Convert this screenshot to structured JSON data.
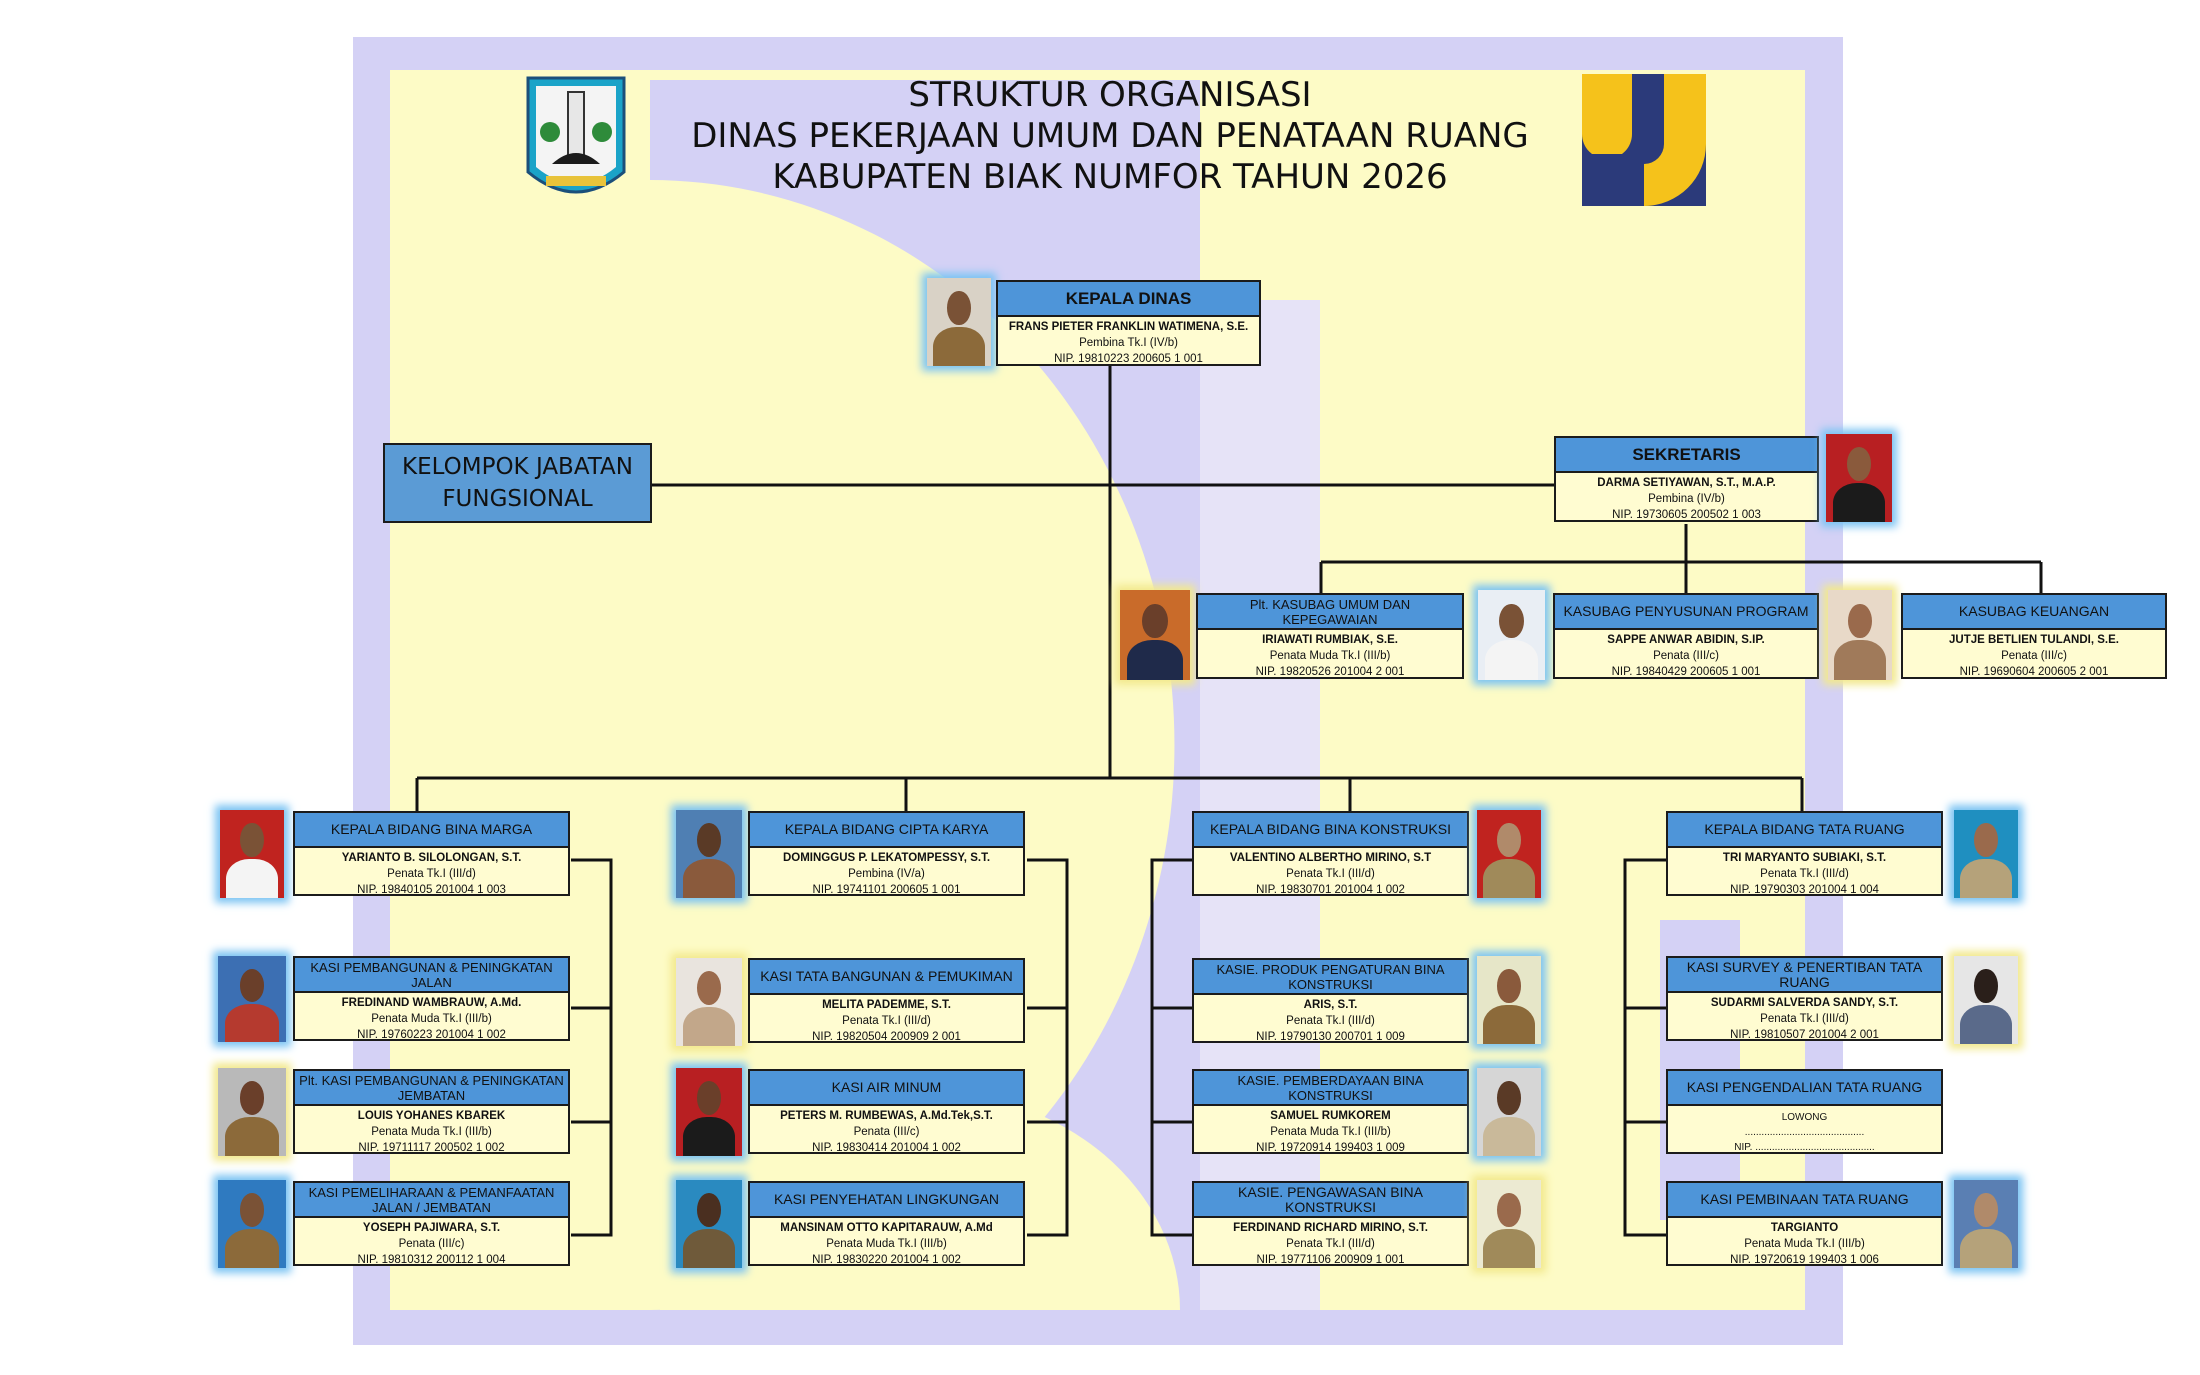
{
  "header": {
    "title_line1": "STRUKTUR ORGANISASI",
    "title_line2": "DINAS PEKERJAAN UMUM DAN PENATAAN RUANG",
    "title_line3": "KABUPATEN BIAK NUMFOR TAHUN 2026",
    "left_logo": "regency-emblem-icon",
    "right_logo": "pu-logo-icon"
  },
  "colors": {
    "header_blue": "#4e95d9",
    "card_yellow": "#fffcd1",
    "card_lavender": "#eae8fa",
    "photo_glow_blue": "#7cc4f3",
    "photo_glow_gold": "#f2e98e"
  },
  "fungsional": {
    "line1": "KELOMPOK JABATAN",
    "line2": "FUNGSIONAL"
  },
  "kepala_dinas": {
    "title": "KEPALA DINAS",
    "name": "FRANS PIETER FRANKLIN WATIMENA, S.E.",
    "rank": "Pembina Tk.I (IV/b)",
    "nip": "NIP. 19810223 200605 1 001"
  },
  "sekretaris": {
    "title": "SEKRETARIS",
    "name": "DARMA SETIYAWAN,  S.T., M.A.P.",
    "rank": "Pembina (IV/b)",
    "nip": "NIP. 19730605 200502 1 003"
  },
  "kasubag": [
    {
      "title": "Plt. KASUBAG UMUM DAN KEPEGAWAIAN",
      "name": "IRIAWATI RUMBIAK, S.E.",
      "rank": "Penata Muda Tk.I (III/b)",
      "nip": "NIP. 19820526 201004 2 001"
    },
    {
      "title": "KASUBAG PENYUSUNAN PROGRAM",
      "name": "SAPPE ANWAR ABIDIN, S.IP.",
      "rank": "Penata (III/c)",
      "nip": "NIP. 19840429 200605 1 001"
    },
    {
      "title": "KASUBAG KEUANGAN",
      "name": "JUTJE BETLIEN TULANDI, S.E.",
      "rank": "Penata (III/c)",
      "nip": "NIP. 19690604 200605 2 001"
    }
  ],
  "bina_marga": {
    "head": {
      "title": "KEPALA BIDANG BINA MARGA",
      "name": "YARIANTO B. SILOLONGAN, S.T.",
      "rank": "Penata Tk.I (III/d)",
      "nip": "NIP. 19840105 201004 1 003"
    },
    "kasi": [
      {
        "title": "KASI PEMBANGUNAN & PENINGKATAN JALAN",
        "name": "FREDINAND WAMBRAUW, A.Md.",
        "rank": "Penata Muda Tk.I (III/b)",
        "nip": "NIP. 19760223 201004 1 002"
      },
      {
        "title": "Plt. KASI PEMBANGUNAN & PENINGKATAN JEMBATAN",
        "name": "LOUIS YOHANES KBAREK",
        "rank": "Penata Muda Tk.I (III/b)",
        "nip": "NIP. 19711117 200502 1 002"
      },
      {
        "title": "KASI PEMELIHARAAN & PEMANFAATAN JALAN / JEMBATAN",
        "name": "YOSEPH PAJIWARA, S.T.",
        "rank": "Penata (III/c)",
        "nip": "NIP. 19810312 200112 1 004"
      }
    ]
  },
  "cipta_karya": {
    "head": {
      "title": "KEPALA BIDANG CIPTA KARYA",
      "name": "DOMINGGUS P. LEKATOMPESSY, S.T.",
      "rank": "Pembina (IV/a)",
      "nip": "NIP. 19741101 200605 1 001"
    },
    "kasi": [
      {
        "title": "KASI TATA BANGUNAN & PEMUKIMAN",
        "name": "MELITA PADEMME, S.T.",
        "rank": "Penata Tk.I (III/d)",
        "nip": "NIP. 19820504 200909 2 001"
      },
      {
        "title": "KASI AIR MINUM",
        "name": "PETERS M. RUMBEWAS, A.Md.Tek,S.T.",
        "rank": "Penata (III/c)",
        "nip": "NIP. 19830414 201004 1 002"
      },
      {
        "title": "KASI PENYEHATAN LINGKUNGAN",
        "name": "MANSINAM OTTO KAPITARAUW, A.Md",
        "rank": "Penata Muda Tk.I (III/b)",
        "nip": "NIP. 19830220 201004 1 002"
      }
    ]
  },
  "bina_konstruksi": {
    "head": {
      "title": "KEPALA BIDANG BINA KONSTRUKSI",
      "name": "VALENTINO ALBERTHO MIRINO, S.T",
      "rank": "Penata Tk.I (III/d)",
      "nip": "NIP. 19830701 201004 1 002"
    },
    "kasi": [
      {
        "title": "KASIE. PRODUK PENGATURAN BINA KONSTRUKSI",
        "name": "ARIS, S.T.",
        "rank": "Penata Tk.I (III/d)",
        "nip": "NIP. 19790130 200701 1 009"
      },
      {
        "title": "KASIE. PEMBERDAYAAN BINA KONSTRUKSI",
        "name": "SAMUEL RUMKOREM",
        "rank": "Penata Muda Tk.I (III/b)",
        "nip": "NIP. 19720914 199403 1 009"
      },
      {
        "title": "KASIE. PENGAWASAN BINA KONSTRUKSI",
        "name": "FERDINAND RICHARD MIRINO, S.T.",
        "rank": "Penata Tk.I (III/d)",
        "nip": "NIP. 19771106 200909 1 001"
      }
    ]
  },
  "tata_ruang": {
    "head": {
      "title": "KEPALA BIDANG TATA RUANG",
      "name": "TRI MARYANTO SUBIAKI, S.T.",
      "rank": "Penata Tk.I (III/d)",
      "nip": "NIP. 19790303 201004 1 004"
    },
    "kasi": [
      {
        "title": "KASI SURVEY & PENERTIBAN TATA RUANG",
        "name": "SUDARMI SALVERDA SANDY, S.T.",
        "rank": "Penata Tk.I (III/d)",
        "nip": "NIP. 19810507 201004 2 001"
      },
      {
        "title": "KASI PENGENDALIAN TATA RUANG",
        "name": "LOWONG",
        "rank": "...........................................",
        "nip": "NIP. ..........................................."
      },
      {
        "title": "KASI PEMBINAAN TATA RUANG",
        "name": "TARGIANTO",
        "rank": "Penata Muda Tk.I (III/b)",
        "nip": "NIP. 19720619 199403 1 006"
      }
    ]
  }
}
